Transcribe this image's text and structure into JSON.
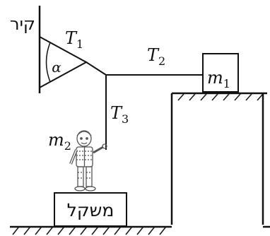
{
  "diagram": {
    "wall_label": "קיר",
    "angle_label": "α",
    "scale_label": "משקל",
    "tensions": {
      "t1": {
        "var": "T",
        "sub": "1"
      },
      "t2": {
        "var": "T",
        "sub": "2"
      },
      "t3": {
        "var": "T",
        "sub": "3"
      }
    },
    "masses": {
      "m1": {
        "var": "m",
        "sub": "1"
      },
      "m2": {
        "var": "m",
        "sub": "2"
      }
    }
  }
}
